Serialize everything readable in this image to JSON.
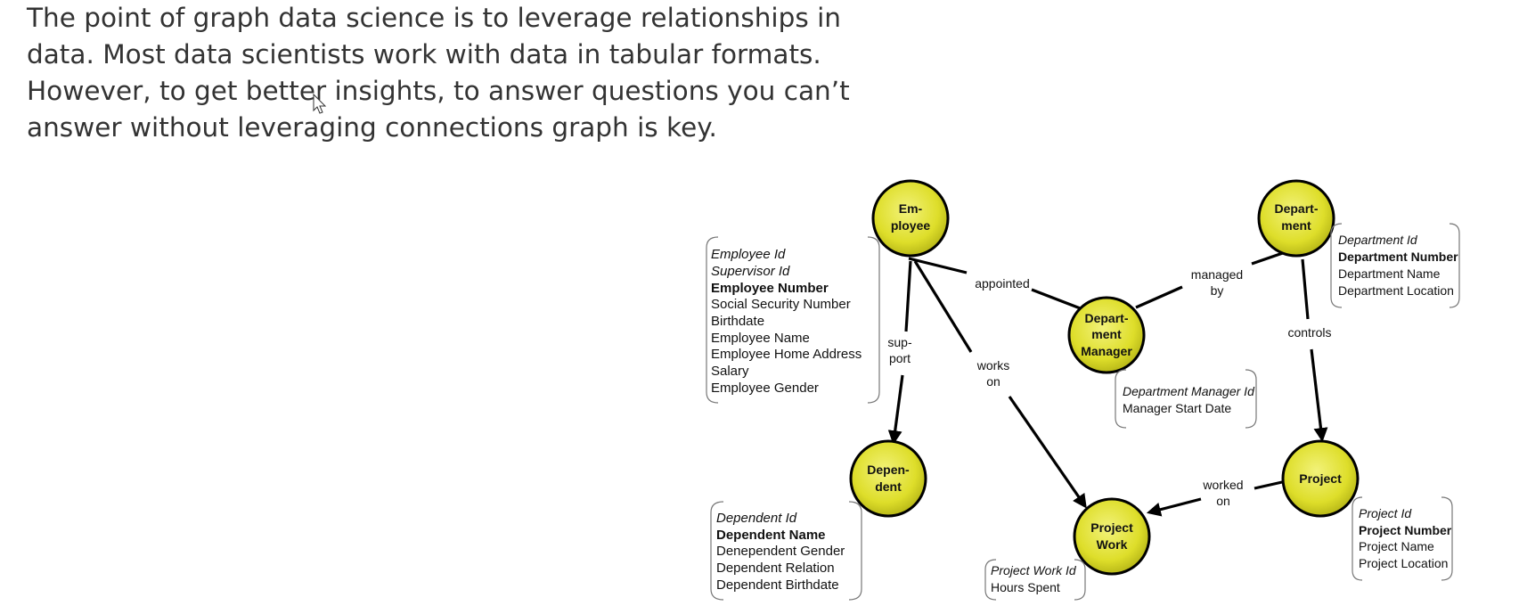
{
  "intro": {
    "lines": [
      "The point of graph data science is to leverage relationships in",
      "data. Most data scientists work with data in tabular formats.",
      "However, to get better insights, to answer questions you can’t",
      "answer without leveraging connections graph is key."
    ]
  },
  "colors": {
    "node_fill": "#dede2a",
    "node_stroke": "#000000",
    "edge": "#000000",
    "bracket": "#777777"
  },
  "nodes": {
    "employee": [
      "Em-",
      "ployee"
    ],
    "department": [
      "Depart-",
      "ment"
    ],
    "department_manager": [
      "Depart-",
      "ment",
      "Manager"
    ],
    "dependent": [
      "Depen-",
      "dent"
    ],
    "project_work": [
      "Project",
      "Work"
    ],
    "project": [
      "Project"
    ]
  },
  "edges": {
    "appointed": [
      "appointed"
    ],
    "managed_by": [
      "managed",
      "by"
    ],
    "support": [
      "sup-",
      "port"
    ],
    "works_on": [
      "works",
      "on"
    ],
    "controls": [
      "controls"
    ],
    "worked_on": [
      "worked",
      "on"
    ]
  },
  "attributes": {
    "employee": [
      {
        "text": "Employee Id",
        "style": "italic"
      },
      {
        "text": "Supervisor Id",
        "style": "italic"
      },
      {
        "text": "Employee Number",
        "style": "bold"
      },
      {
        "text": "Social Security Number",
        "style": "normal"
      },
      {
        "text": "Birthdate",
        "style": "normal"
      },
      {
        "text": "Employee Name",
        "style": "normal"
      },
      {
        "text": "Employee Home Address",
        "style": "normal"
      },
      {
        "text": "Salary",
        "style": "normal"
      },
      {
        "text": "Employee Gender",
        "style": "normal"
      }
    ],
    "department": [
      {
        "text": "Department Id",
        "style": "italic"
      },
      {
        "text": "Department Number",
        "style": "bold"
      },
      {
        "text": "Department Name",
        "style": "normal"
      },
      {
        "text": "Department Location",
        "style": "normal"
      }
    ],
    "department_manager": [
      {
        "text": "Department Manager Id",
        "style": "italic"
      },
      {
        "text": "Manager Start Date",
        "style": "normal"
      }
    ],
    "dependent": [
      {
        "text": "Dependent Id",
        "style": "italic"
      },
      {
        "text": "Dependent Name",
        "style": "bold"
      },
      {
        "text": "Denependent Gender",
        "style": "normal"
      },
      {
        "text": "Dependent Relation",
        "style": "normal"
      },
      {
        "text": "Dependent Birthdate",
        "style": "normal"
      }
    ],
    "project_work": [
      {
        "text": "Project Work Id",
        "style": "italic"
      },
      {
        "text": "Hours Spent",
        "style": "normal"
      }
    ],
    "project": [
      {
        "text": "Project Id",
        "style": "italic"
      },
      {
        "text": "Project Number",
        "style": "bold"
      },
      {
        "text": "Project Name",
        "style": "normal"
      },
      {
        "text": "Project Location",
        "style": "normal"
      }
    ]
  }
}
